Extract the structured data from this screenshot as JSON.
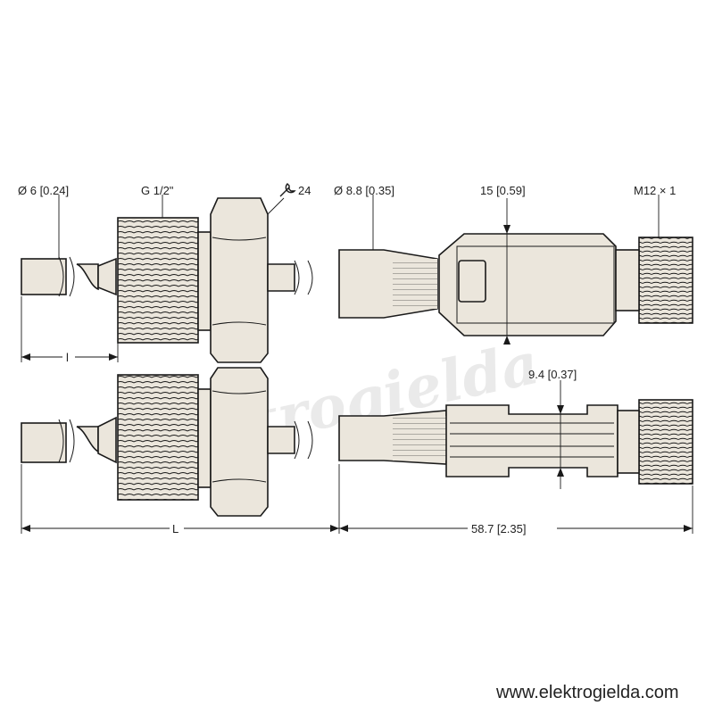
{
  "labels": {
    "cable_diameter": "Ø 6 [0.24]",
    "thread": "G 1/2\"",
    "wrench_size": "24",
    "body_diameter": "Ø 8.8 [0.35]",
    "grip_width_top": "15 [0.59]",
    "connector_thread": "M12 × 1",
    "grip_width_bottom": "9.4 [0.37]",
    "length_small": "l",
    "length_total": "L",
    "length_connector": "58.7 [2.35]"
  },
  "watermark": "elektrogielda",
  "footer_url": "www.elektrogielda.com",
  "icons": {
    "wrench": "wrench-icon"
  },
  "colors": {
    "part_fill": "#ebe6dc",
    "stroke": "#1a1a1a",
    "text": "#222222",
    "watermark": "#d9d9d9"
  }
}
